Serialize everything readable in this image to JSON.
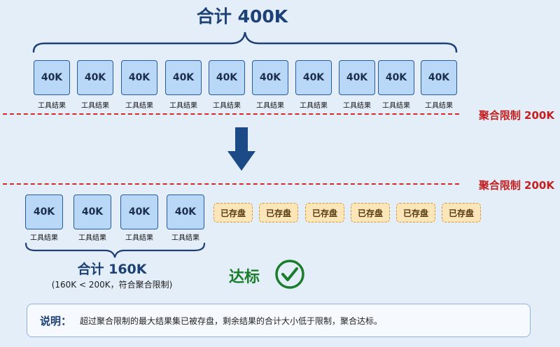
{
  "top": {
    "title": "合计 400K",
    "boxes": [
      "40K",
      "40K",
      "40K",
      "40K",
      "40K",
      "40K",
      "40K",
      "40K",
      "40K",
      "40K"
    ],
    "box_caption": "工具结果"
  },
  "limit_label": "聚合限制 200K",
  "bottom": {
    "boxes": [
      "40K",
      "40K",
      "40K",
      "40K"
    ],
    "box_caption": "工具结果",
    "stored": [
      "已存盘",
      "已存盘",
      "已存盘",
      "已存盘",
      "已存盘",
      "已存盘"
    ],
    "title": "合计 160K",
    "subtitle": "(160K < 200K，符合聚合限制)",
    "status": "达标"
  },
  "note": {
    "label": "说明：",
    "text": "超过聚合限制的最大结果集已被存盘，剩余结果的合计大小低于限制，聚合达标。"
  },
  "colors": {
    "box_fill": "#b9d7f6",
    "box_border": "#275a9c",
    "limit_line": "#cf2b2b",
    "stored_fill": "#fbe6ba",
    "stored_border": "#d7953c",
    "pass_green": "#1a7d2b",
    "arrow": "#1b4a86"
  },
  "icons": [
    "down-arrow-icon",
    "check-circle-icon"
  ]
}
